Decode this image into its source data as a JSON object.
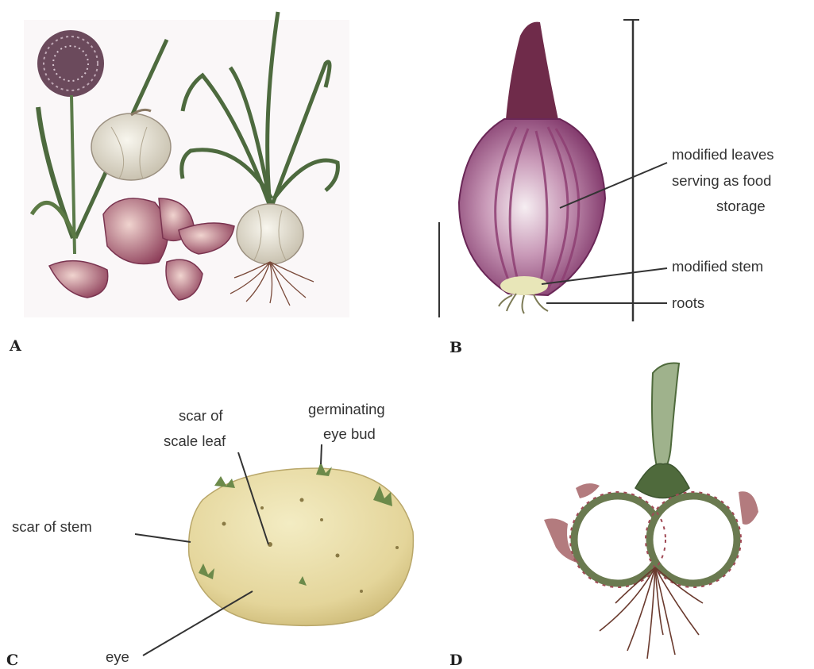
{
  "panels": {
    "a": {
      "letter": "A"
    },
    "b": {
      "letter": "B",
      "labels": {
        "leaves_line1": "modified leaves",
        "leaves_line2": "serving as food",
        "leaves_line3": "storage",
        "stem": "modified stem",
        "roots": "roots"
      }
    },
    "c": {
      "letter": "C",
      "labels": {
        "scale_line1": "scar of",
        "scale_line2": "scale leaf",
        "bud_line1": "germinating",
        "bud_line2": "eye bud",
        "stem_scar": "scar of stem",
        "eye": "eye"
      }
    },
    "d": {
      "letter": "D"
    }
  },
  "colors": {
    "onion_purple": "#8e3f73",
    "garlic_purple": "#9c5370",
    "potato_skin": "#e8dca5",
    "stem_green": "#5c7a45",
    "label_text": "#333333"
  }
}
